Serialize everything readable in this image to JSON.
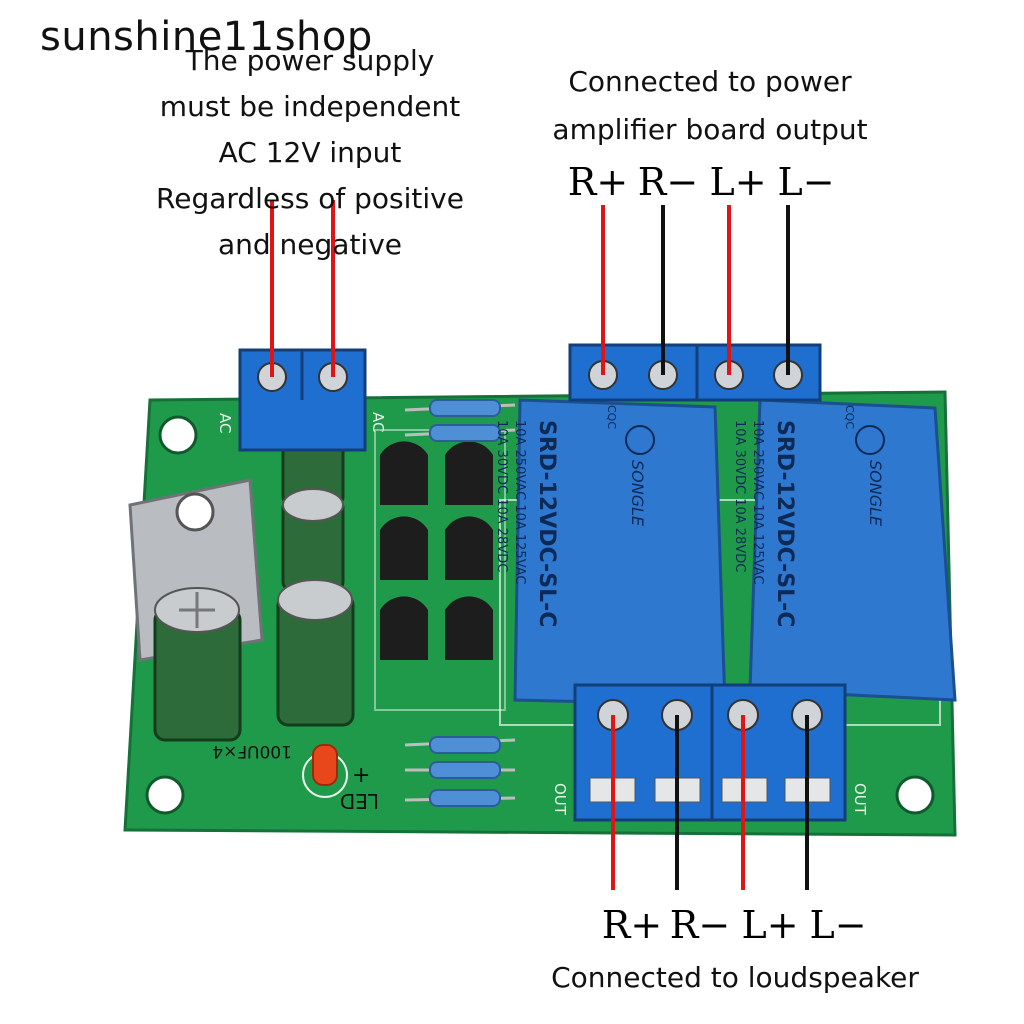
{
  "watermark": "sunshine11shop",
  "power_note": {
    "line1": "The power supply",
    "line2": "must be independent",
    "line3": "AC 12V input",
    "line4": "Regardless of positive",
    "line5": "and negative"
  },
  "amp_note": {
    "line1": "Connected to power",
    "line2": "amplifier board output"
  },
  "speaker_note": "Connected to loudspeaker",
  "terminals_top": [
    "R+",
    "R−",
    "L+",
    "L−"
  ],
  "terminals_bottom": [
    "R+",
    "R−",
    "L+",
    "L−"
  ],
  "board": {
    "ac_label_left": "AC",
    "ac_label_right": "AC",
    "cap_label": "100UF×4",
    "led_label": "LED",
    "led_plus": "+",
    "out_label_left": "OUT",
    "out_label_right": "OUT",
    "relay_brand": "SONGLE",
    "relay_model": "SRD-12VDC-SL-C",
    "relay_spec_1": "10A 250VAC  10A 125VAC",
    "relay_spec_2": "10A 30VDC  10A 28VDC",
    "relay_cqc": "CQC"
  },
  "colors": {
    "pcb": "#1f9a4a",
    "terminal": "#1f6fd0",
    "relay": "#2e78d0",
    "wire_red": "#e01414",
    "wire_black": "#111111",
    "capacitor": "#2d6b3a"
  }
}
